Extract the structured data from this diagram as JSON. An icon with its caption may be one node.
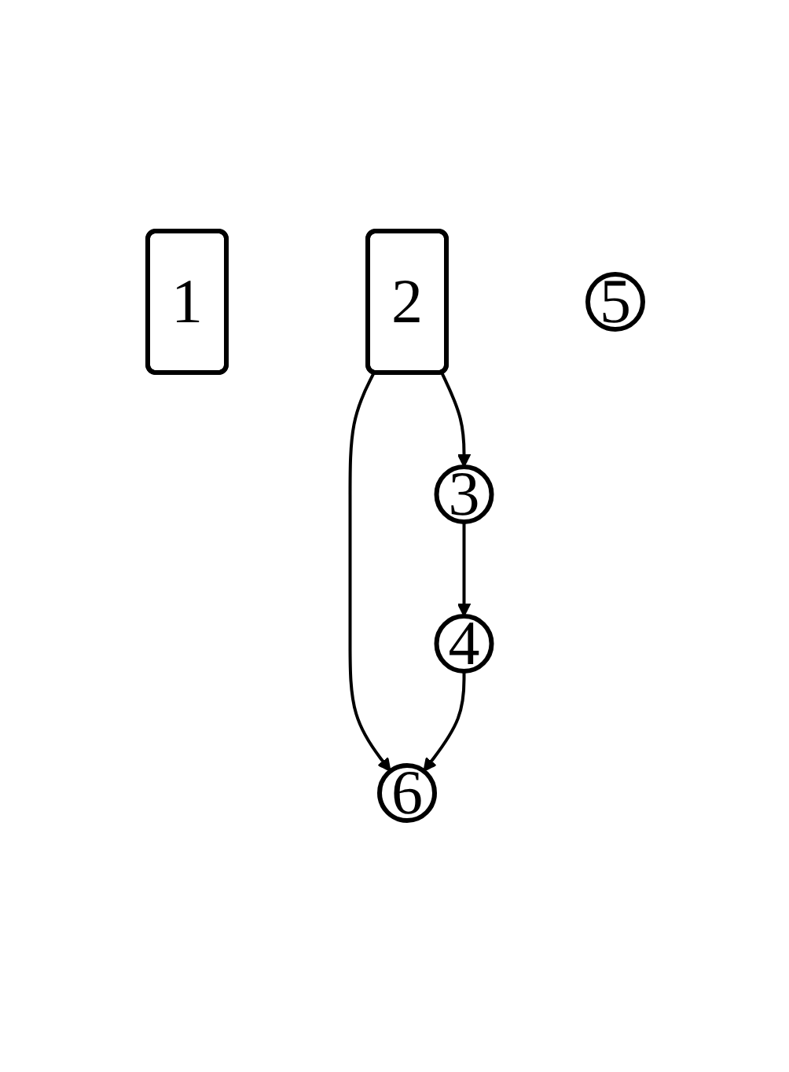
{
  "diagram": {
    "nodes": [
      {
        "text": [
          "1"
        ]
      },
      {
        "text": [
          "2"
        ]
      },
      {
        "text": [
          "3"
        ]
      },
      {
        "text": [
          "4"
        ]
      },
      {
        "text": [
          "5"
        ]
      },
      {
        "text": [
          "6"
        ]
      }
    ],
    "edges": [
      {
        "from": 1,
        "to": 2,
        "arrow": "to"
      },
      {
        "from": 1,
        "to": 5,
        "arrow": "to"
      },
      {
        "from": 2,
        "to": 3,
        "arrow": "to"
      },
      {
        "from": 3,
        "to": 5,
        "arrow": "to"
      }
    ]
  }
}
